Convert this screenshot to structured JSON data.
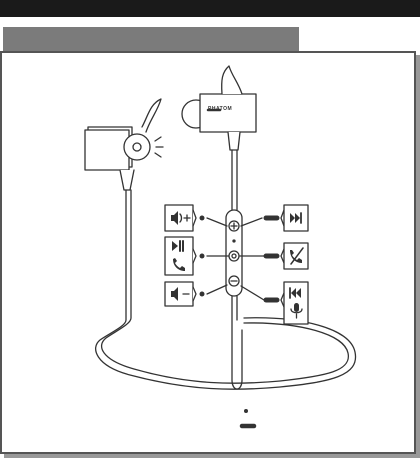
{
  "product": {
    "brand_label": "PHATOM"
  },
  "controls": {
    "left": [
      {
        "id": "volume-up",
        "icons": [
          "volume-up-icon"
        ],
        "indicator": "dot"
      },
      {
        "id": "play-call",
        "icons": [
          "play-pause-icon",
          "phone-icon"
        ],
        "indicator": "dot"
      },
      {
        "id": "volume-down",
        "icons": [
          "volume-down-icon"
        ],
        "indicator": "dot"
      }
    ],
    "right": [
      {
        "id": "next-track",
        "icons": [
          "next-track-icon"
        ],
        "indicator": "dash"
      },
      {
        "id": "reject-call",
        "icons": [
          "reject-call-icon"
        ],
        "indicator": "dash"
      },
      {
        "id": "prev-track-voice",
        "icons": [
          "prev-track-icon",
          "microphone-icon"
        ],
        "indicator": "dash"
      }
    ]
  },
  "legend": {
    "items": [
      "dot",
      "dash"
    ]
  },
  "colors": {
    "header_bar": "#7b7b7b",
    "top_bar": "#1a1a1a",
    "line": "#333333"
  }
}
